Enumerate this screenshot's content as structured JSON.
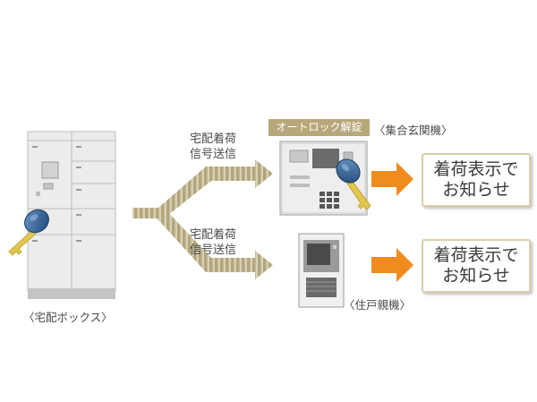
{
  "diagram": {
    "signal_label_top": [
      "宅配着荷",
      "信号送信"
    ],
    "signal_label_bottom": [
      "宅配着荷",
      "信号送信"
    ],
    "autolock_badge": "オートロック解錠",
    "entrance_device_caption": "〈集合玄関機〉",
    "residence_device_caption": "〈住戸親機〉",
    "delivery_box_caption": "〈宅配ボックス〉",
    "notice_top": [
      "着荷表示で",
      "お知らせ"
    ],
    "notice_bottom": [
      "着荷表示で",
      "お知らせ"
    ]
  },
  "colors": {
    "signal_arrow": "#b9ad86",
    "orange_arrow": "#f08c1e",
    "badge_bg": "#b7a77a",
    "notice_border": "#d9cfa6",
    "key_blue": "#2f5f93"
  }
}
